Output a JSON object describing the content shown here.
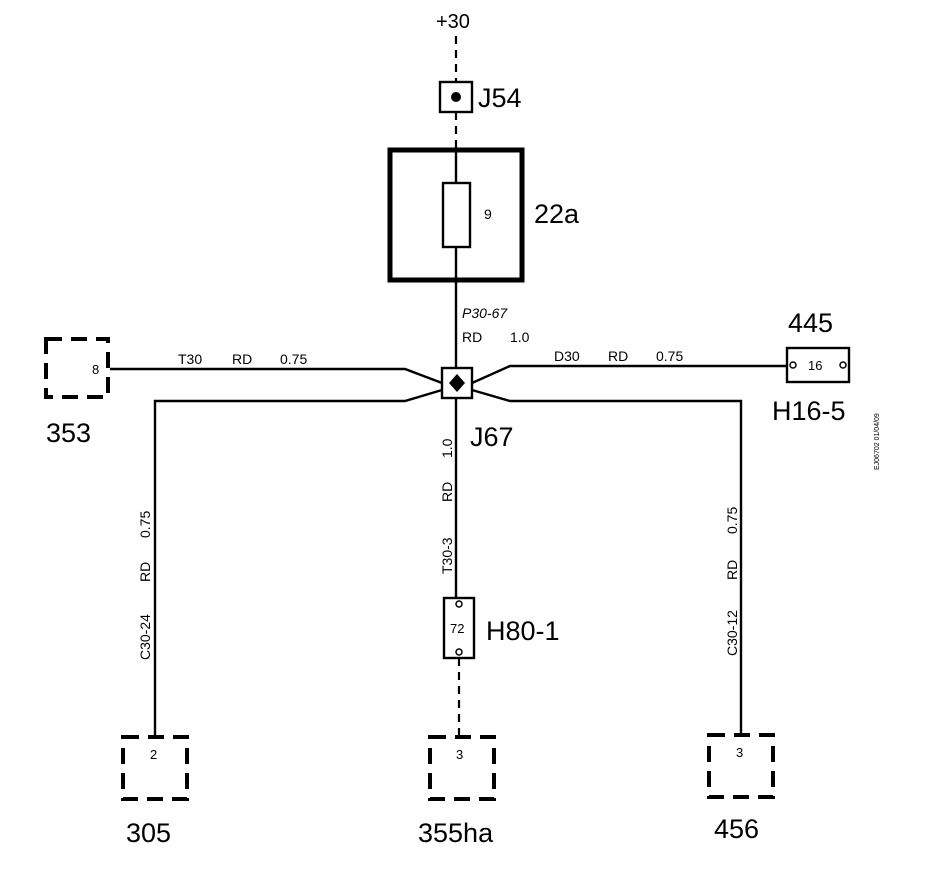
{
  "supply": {
    "label": "+30"
  },
  "junction_top": {
    "label": "J54"
  },
  "fuse": {
    "number": "9",
    "label": "22a"
  },
  "wire_supply": {
    "code": "P30-67",
    "color": "RD",
    "size": "1.0"
  },
  "splice": {
    "label": "J67"
  },
  "left_connector": {
    "pin": "8",
    "label": "353"
  },
  "wire_left": {
    "code": "T30",
    "color": "RD",
    "size": "0.75"
  },
  "right_connector": {
    "pin": "16",
    "number": "445",
    "label": "H16-5"
  },
  "wire_right": {
    "code": "D30",
    "color": "RD",
    "size": "0.75"
  },
  "wire_down_left": {
    "code": "C30-24",
    "color": "RD",
    "size": "0.75"
  },
  "wire_down_center": {
    "code": "T30-3",
    "color": "RD",
    "size": "1.0"
  },
  "wire_down_right": {
    "code": "C30-12",
    "color": "RD",
    "size": "0.75"
  },
  "inline_connector": {
    "pin": "72",
    "label": "H80-1"
  },
  "bottom_left": {
    "pin": "2",
    "label": "305"
  },
  "bottom_center": {
    "pin": "3",
    "label": "355ha"
  },
  "bottom_right": {
    "pin": "3",
    "label": "456"
  },
  "side_code": {
    "text": "EJ06702 01/04/09"
  }
}
